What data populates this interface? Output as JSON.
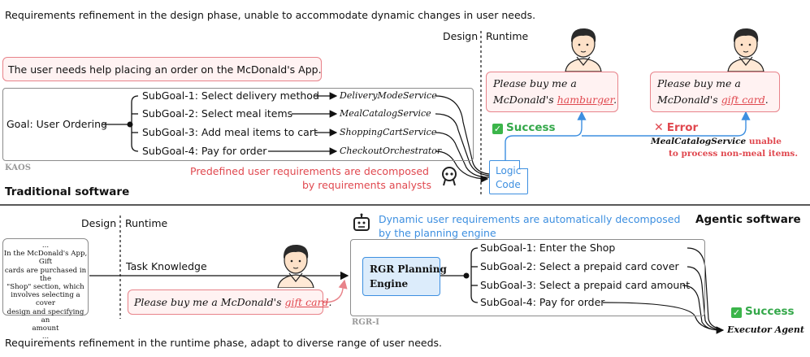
{
  "top": {
    "header": "Requirements refinement in the design phase, unable to accommodate dynamic changes in user needs.",
    "design_label": "Design",
    "runtime_label": "Runtime",
    "user_need": "The user needs help placing an order on the McDonald's App.",
    "goal": "Goal: User Ordering",
    "subgoals": [
      {
        "label": "SubGoal-1: Select delivery method",
        "service": "DeliveryModeService"
      },
      {
        "label": "SubGoal-2: Select meal items",
        "service": "MealCatalogService"
      },
      {
        "label": "SubGoal-3: Add meal items to cart",
        "service": "ShoppingCartService"
      },
      {
        "label": "SubGoal-4: Pay for order",
        "service": "CheckoutOrchestrator"
      }
    ],
    "kaos_label": "KAOS",
    "predefined_line1": "Predefined user requirements are decomposed",
    "predefined_line2": "by requirements analysts",
    "traditional_label": "Traditional software",
    "logic_code_line1": "Logic",
    "logic_code_line2": "Code",
    "bubble1_pre": "Please buy me a",
    "bubble1_mid": "McDonald's ",
    "bubble1_link": "hamburger",
    "bubble1_end": ".",
    "bubble2_pre": "Please buy me a",
    "bubble2_mid": "McDonald's ",
    "bubble2_link": "gift card",
    "bubble2_end": ".",
    "success_label": "Success",
    "error_label": "Error",
    "error_service": "MealCatalogService",
    "error_msg1": " unable",
    "error_msg2": "to process non-meal items."
  },
  "bottom": {
    "design_label": "Design",
    "runtime_label": "Runtime",
    "dynamic_line1": "Dynamic user requirements are automatically decomposed",
    "dynamic_line2": "by the planning engine",
    "agentic_label": "Agentic software",
    "knowledge_lines": [
      "...",
      "In the McDonald's App, Gift",
      "cards are purchased in the",
      "\"Shop\" section, which",
      "involves selecting a cover",
      "design and specifying an",
      "amount",
      "..."
    ],
    "task_knowledge": "Task Knowledge",
    "engine_line1": "RGR Planning",
    "engine_line2": "Engine",
    "bubble_pre": "Please buy me a McDonald's ",
    "bubble_link": "gift card",
    "bubble_end": ".",
    "subgoals": [
      "SubGoal-1: Enter the Shop",
      "SubGoal-2: Select a prepaid card cover",
      "SubGoal-3: Select a prepaid card amount",
      "SubGoal-4: Pay for order"
    ],
    "rgr_label": "RGR-I",
    "success_label": "Success",
    "executor_label": "Executor Agent",
    "footer": "Requirements refinement in the runtime phase, adapt to diverse range of user needs."
  }
}
